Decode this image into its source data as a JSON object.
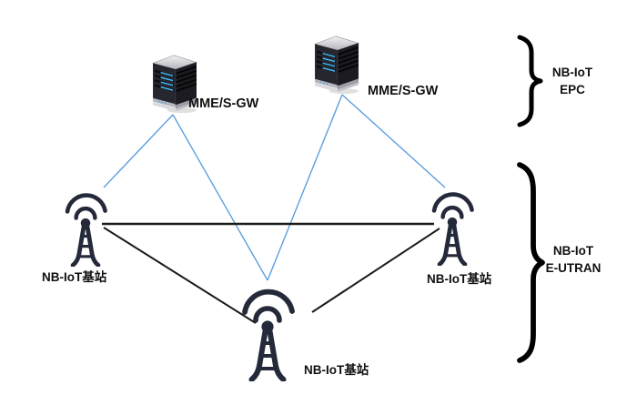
{
  "diagram": {
    "nodes": {
      "server_left": {
        "type": "server-tower",
        "label": "MME/S-GW"
      },
      "server_right": {
        "type": "server-tower",
        "label": "MME/S-GW"
      },
      "basestation_left": {
        "type": "radio-tower",
        "label": "NB-IoT基站"
      },
      "basestation_right": {
        "type": "radio-tower",
        "label": "NB-IoT基站"
      },
      "basestation_bottom": {
        "type": "radio-tower",
        "label": "NB-IoT基站"
      }
    },
    "group_labels": {
      "epc": {
        "line1": "NB-IoT",
        "line2": "EPC"
      },
      "eutran": {
        "line1": "NB-IoT",
        "line2": "E-UTRAN"
      }
    },
    "links": {
      "s1_blue": [
        {
          "from": "server_left",
          "to": "basestation_left"
        },
        {
          "from": "server_left",
          "to": "basestation_bottom"
        },
        {
          "from": "server_right",
          "to": "basestation_bottom"
        },
        {
          "from": "server_right",
          "to": "basestation_right"
        }
      ],
      "x2_black": [
        {
          "from": "basestation_left",
          "to": "basestation_right"
        },
        {
          "from": "basestation_left",
          "to": "basestation_bottom"
        },
        {
          "from": "basestation_right",
          "to": "basestation_bottom"
        }
      ]
    },
    "colors": {
      "link_blue": "#5B9FDF",
      "link_black": "#1A1A1A",
      "icon_navy": "#252A3B",
      "text": "#111111",
      "background": "#FFFFFF",
      "led_blue": "#3FB0E8"
    }
  }
}
